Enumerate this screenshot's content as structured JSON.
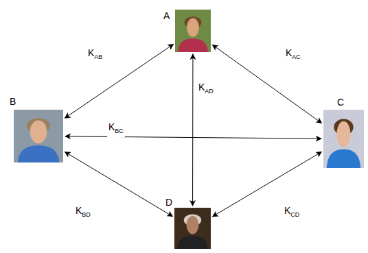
{
  "diagram": {
    "nodes": [
      {
        "text": [
          "A"
        ]
      },
      {
        "text": [
          "B"
        ]
      },
      {
        "text": [
          "C"
        ]
      },
      {
        "text": [
          "D"
        ]
      }
    ],
    "edges": [
      {
        "from": 0,
        "to": 1,
        "label": "KAB",
        "arrow": "both"
      },
      {
        "from": 0,
        "to": 2,
        "label": "KAC",
        "arrow": "both"
      },
      {
        "from": 0,
        "to": 3,
        "label": "KAD",
        "arrow": "both"
      },
      {
        "from": 1,
        "to": 2,
        "label": "KBC",
        "arrow": "both"
      },
      {
        "from": 1,
        "to": 3,
        "label": "KBD",
        "arrow": "both"
      },
      {
        "from": 2,
        "to": 3,
        "label": "KCD",
        "arrow": "both"
      }
    ]
  }
}
